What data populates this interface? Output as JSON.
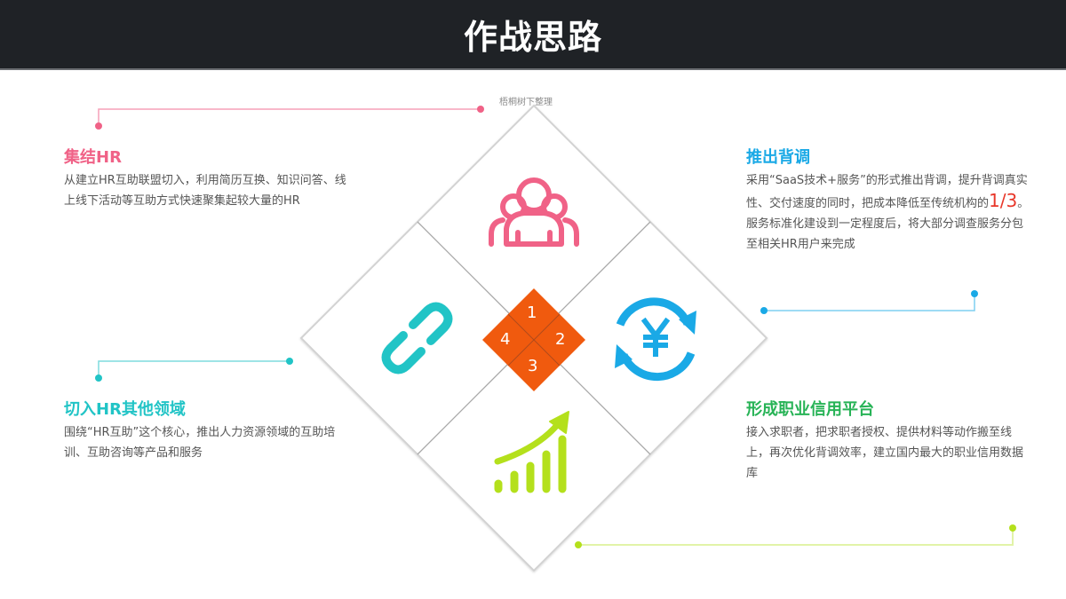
{
  "header": {
    "title": "作战思路"
  },
  "watermark": "梧桐树下整理",
  "colors": {
    "header_bg": "#1f2226",
    "pink": "#f06287",
    "teal": "#21c4c6",
    "blue": "#1aa9e6",
    "green_title": "#27b356",
    "lime": "#b4e01c",
    "orange": "#f05a0e",
    "diamond_stroke": "#c8c8c8"
  },
  "center": {
    "numbers": [
      "1",
      "2",
      "3",
      "4"
    ]
  },
  "quadrants": {
    "top": {
      "icon": "people-group-icon"
    },
    "right": {
      "icon": "yen-refresh-icon"
    },
    "bottom": {
      "icon": "growth-chart-icon"
    },
    "left": {
      "icon": "chain-link-icon"
    }
  },
  "blocks": {
    "gather_hr": {
      "title": "集结HR",
      "body": "从建立HR互助联盟切入，利用简历互换、知识问答、线上线下活动等互助方式快速聚集起较大量的HR"
    },
    "enter_other": {
      "title": "切入HR其他领域",
      "body": "围绕“HR互助”这个核心，推出人力资源领域的互助培训、互助咨询等产品和服务"
    },
    "background_check": {
      "title": "推出背调",
      "body_part1": "采用“SaaS技术+服务”的形式推出背调，提升背调真实性、交付速度的同时，把成本降低至传统机构的",
      "highlight": "1/3",
      "body_part2": "。服务标准化建设到一定程度后，将大部分调查服务分包至相关HR用户来完成"
    },
    "credit_platform": {
      "title": "形成职业信用平台",
      "body": "接入求职者，把求职者授权、提供材料等动作搬至线上，再次优化背调效率，建立国内最大的职业信用数据库"
    }
  }
}
